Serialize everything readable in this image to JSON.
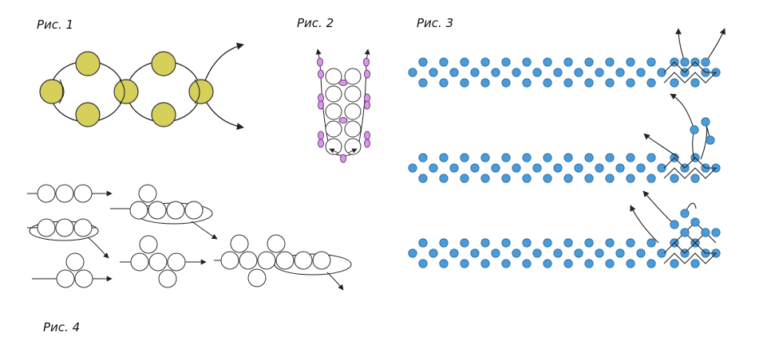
{
  "figures": {
    "fig1": {
      "label": "Рис. 1"
    },
    "fig2": {
      "label": "Рис. 2"
    },
    "fig3": {
      "label": "Рис. 3"
    },
    "fig4": {
      "label": "Рис. 4"
    }
  },
  "colors": {
    "yellow_bead": "#d6cf5a",
    "blue_bead": "#4a9bd8",
    "purple_bead": "#d79be6",
    "thread": "#222222",
    "outline_bead": "#ffffff"
  }
}
